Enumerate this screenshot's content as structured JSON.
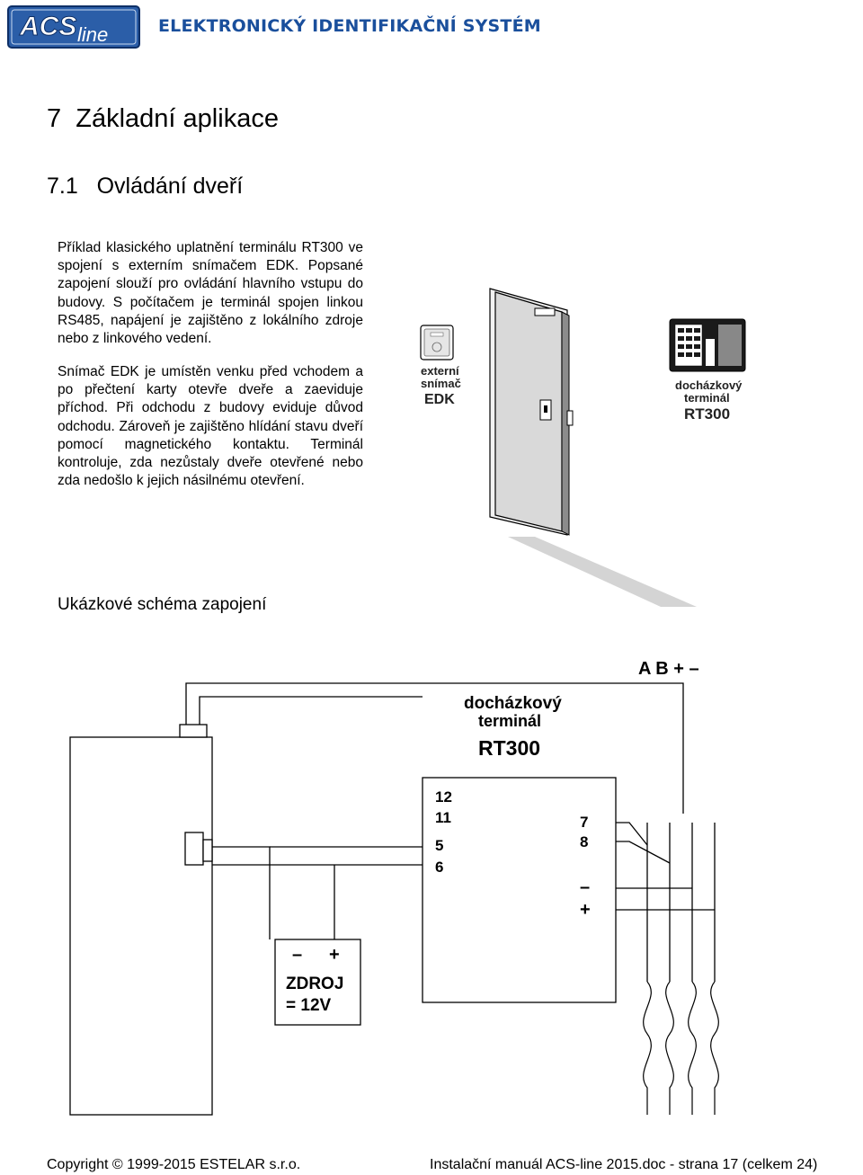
{
  "header": {
    "logo_text": "ACS",
    "logo_sub": "line",
    "title": "ELEKTRONICKÝ IDENTIFIKAČNÍ SYSTÉM"
  },
  "chapter": {
    "number": "7",
    "title": "Základní aplikace"
  },
  "section": {
    "number": "7.1",
    "title": "Ovládání dveří"
  },
  "paragraphs": [
    "Příklad klasického uplatnění terminálu RT300 ve spojení s externím snímačem EDK. Popsané zapojení slouží pro ovládání hlavního vstupu do budovy. S počítačem je terminál spojen linkou RS485, napájení je zajištěno z lokálního zdroje nebo z linkového vedení.",
    "Snímač EDK je umístěn venku před vchodem a po přečtení karty otevře dveře a zaeviduje příchod. Při odchodu z budovy eviduje důvod odchodu. Zároveň je zajištěno hlídání stavu dveří pomocí magnetického kontaktu. Terminál kontroluje, zda nezůstaly dveře otevřené nebo zda nedošlo k jejich násilnému otevření."
  ],
  "door_figure": {
    "reader_label_1": "externí",
    "reader_label_2": "snímač",
    "reader_label_3": "EDK",
    "terminal_label_1": "docházkový",
    "terminal_label_2": "terminál",
    "terminal_label_3": "RT300"
  },
  "schema": {
    "heading": "Ukázkové schéma zapojení",
    "bus_labels": "A B + –",
    "terminal_title_1": "docházkový",
    "terminal_title_2": "terminál",
    "terminal_model": "RT300",
    "terminals_left": [
      "12",
      "11",
      "5",
      "6"
    ],
    "terminals_right": [
      "7",
      "8",
      "–",
      "+"
    ],
    "psu_minus": "–",
    "psu_plus": "+",
    "psu_line1": "ZDROJ",
    "psu_line2": "= 12V"
  },
  "footer": {
    "left": "Copyright © 1999-2015 ESTELAR s.r.o.",
    "right": "Instalační manuál ACS-line 2015.doc - strana 17 (celkem 24)"
  },
  "colors": {
    "header_blue": "#1a4f9c",
    "door_gray": "#d9d9d9"
  }
}
